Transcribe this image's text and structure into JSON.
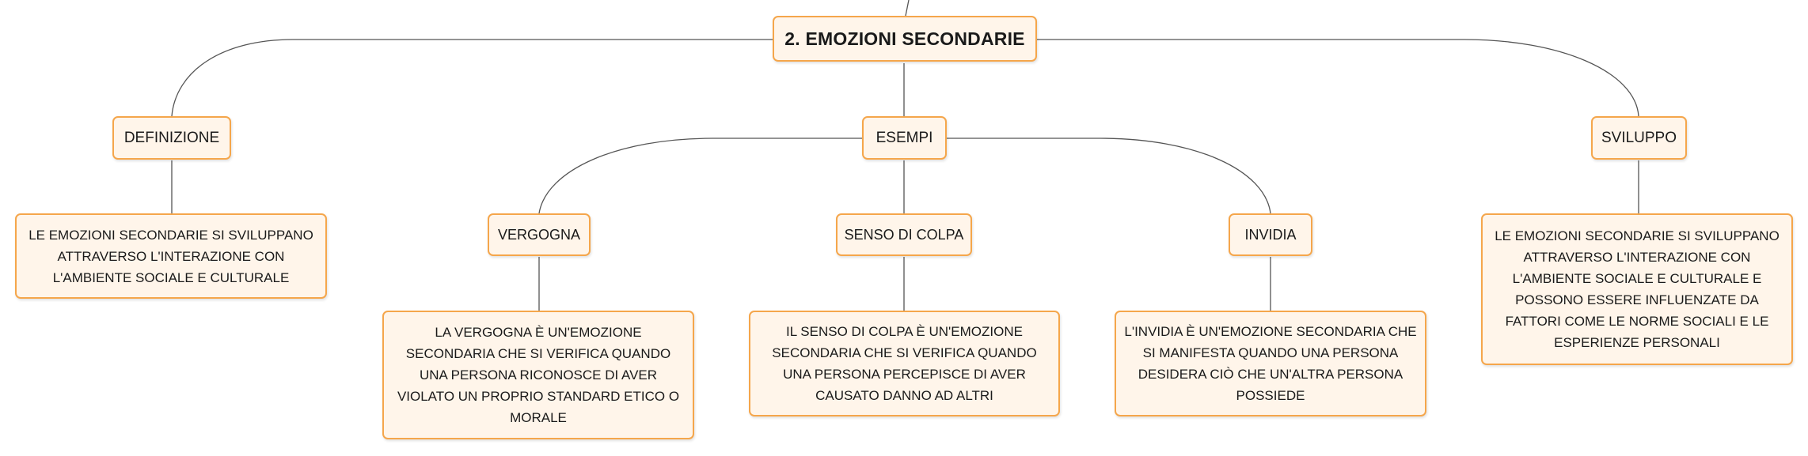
{
  "root": {
    "title": "2. EMOZIONI SECONDARIE"
  },
  "branches": {
    "definizione": {
      "label": "DEFINIZIONE",
      "text": "LE EMOZIONI SECONDARIE SI SVILUPPANO ATTRAVERSO L'INTERAZIONE CON L'AMBIENTE SOCIALE E CULTURALE"
    },
    "esempi": {
      "label": "ESEMPI",
      "children": {
        "vergogna": {
          "label": "VERGOGNA",
          "text": "LA VERGOGNA È UN'EMOZIONE SECONDARIA CHE SI VERIFICA QUANDO UNA PERSONA RICONOSCE DI AVER VIOLATO UN PROPRIO STANDARD ETICO O MORALE"
        },
        "colpa": {
          "label": "SENSO DI COLPA",
          "text": "IL SENSO DI COLPA È UN'EMOZIONE SECONDARIA CHE SI VERIFICA QUANDO UNA PERSONA PERCEPISCE DI AVER CAUSATO DANNO AD ALTRI"
        },
        "invidia": {
          "label": "INVIDIA",
          "text": "L'INVIDIA È UN'EMOZIONE SECONDARIA CHE SI MANIFESTA QUANDO UNA PERSONA DESIDERA CIÒ CHE UN'ALTRA PERSONA POSSIEDE"
        }
      }
    },
    "sviluppo": {
      "label": "SVILUPPO",
      "text": "LE EMOZIONI SECONDARIE SI SVILUPPANO ATTRAVERSO L'INTERAZIONE CON L'AMBIENTE SOCIALE E CULTURALE E POSSONO ESSERE INFLUENZATE DA FATTORI COME LE NORME SOCIALI E LE ESPERIENZE PERSONALI"
    }
  }
}
